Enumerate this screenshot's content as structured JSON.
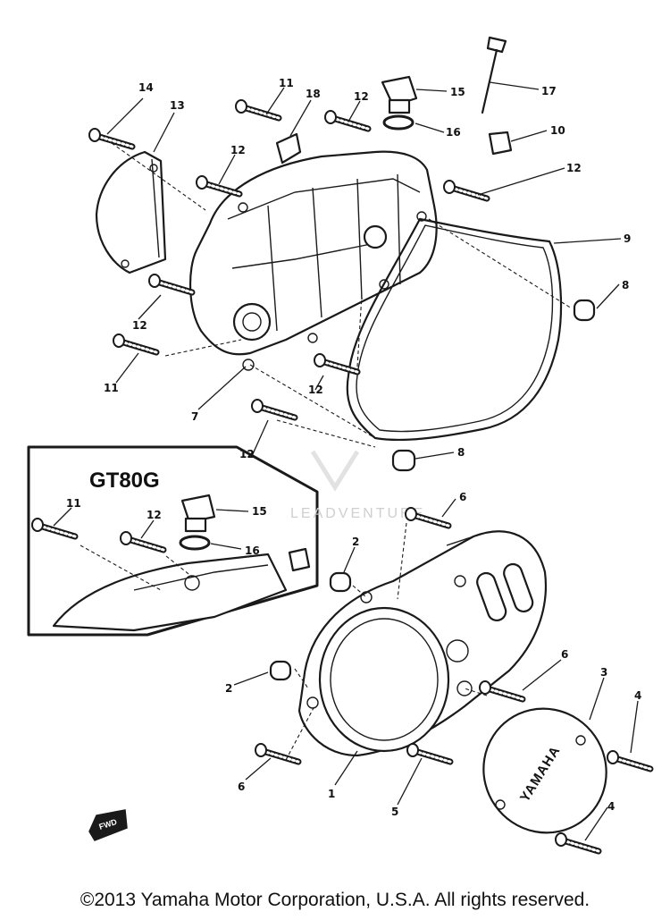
{
  "copyright": "©2013 Yamaha Motor Corporation, U.S.A. All rights reserved.",
  "inset": {
    "title": "GT80G"
  },
  "cover_logo": "YAMAHA",
  "fwd_label": "FWD",
  "watermark": "LEADVENTURE",
  "callouts": {
    "c14": "14",
    "c13": "13",
    "c11a": "11",
    "c18": "18",
    "c12a": "12",
    "c15": "15",
    "c17": "17",
    "c16": "16",
    "c10": "10",
    "c12b": "12",
    "c12c": "12",
    "c9": "9",
    "c8a": "8",
    "c12d": "12",
    "c11b": "11",
    "c12e": "12",
    "c7": "7",
    "c12f": "12",
    "c8b": "8",
    "c11c": "11",
    "c12g": "12",
    "c15b": "15",
    "c16b": "16",
    "c6a": "6",
    "c2a": "2",
    "c2b": "2",
    "c6b": "6",
    "c3": "3",
    "c4a": "4",
    "c6c": "6",
    "c1": "1",
    "c5": "5",
    "c4b": "4"
  }
}
